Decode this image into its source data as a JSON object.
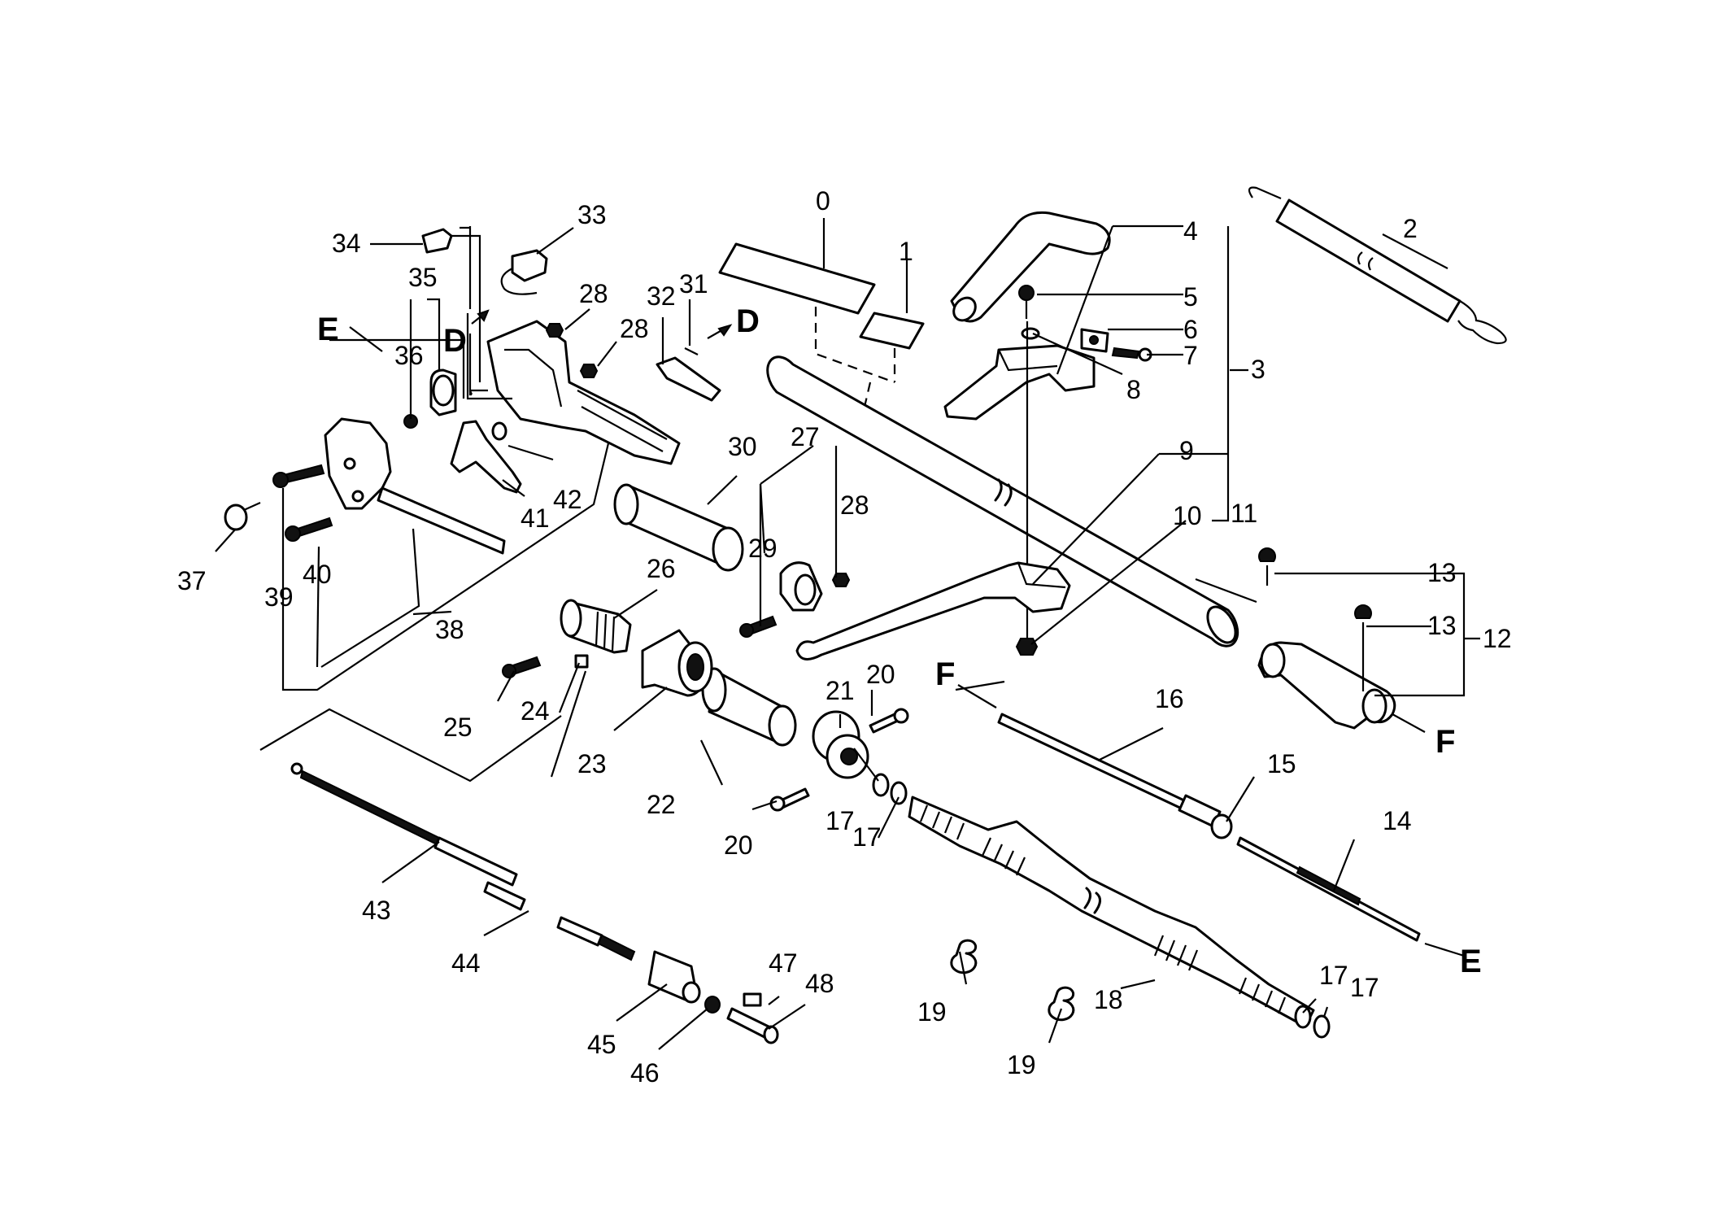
{
  "labels": {
    "p0": "0",
    "p1": "1",
    "p2": "2",
    "p3": "3",
    "p4": "4",
    "p5": "5",
    "p6": "6",
    "p7": "7",
    "p8": "8",
    "p9": "9",
    "p10": "10",
    "p11": "11",
    "p12": "12",
    "p13a": "13",
    "p13b": "13",
    "p14": "14",
    "p15": "15",
    "p16": "16",
    "p17a": "17",
    "p17b": "17",
    "p17c": "17",
    "p17d": "17",
    "p18": "18",
    "p19a": "19",
    "p19b": "19",
    "p20a": "20",
    "p20b": "20",
    "p21": "21",
    "p22": "22",
    "p23": "23",
    "p24": "24",
    "p25": "25",
    "p26": "26",
    "p27": "27",
    "p28a": "28",
    "p28b": "28",
    "p28c": "28",
    "p29": "29",
    "p30": "30",
    "p31": "31",
    "p32": "32",
    "p33": "33",
    "p34": "34",
    "p35": "35",
    "p36": "36",
    "p37": "37",
    "p38": "38",
    "p39": "39",
    "p40": "40",
    "p41": "41",
    "p42": "42",
    "p43": "43",
    "p44": "44",
    "p45": "45",
    "p46": "46",
    "p47": "47",
    "p48": "48"
  },
  "refs": {
    "D1": "D",
    "D2": "D",
    "E1": "E",
    "E2": "E",
    "F1": "F",
    "F2": "F"
  }
}
